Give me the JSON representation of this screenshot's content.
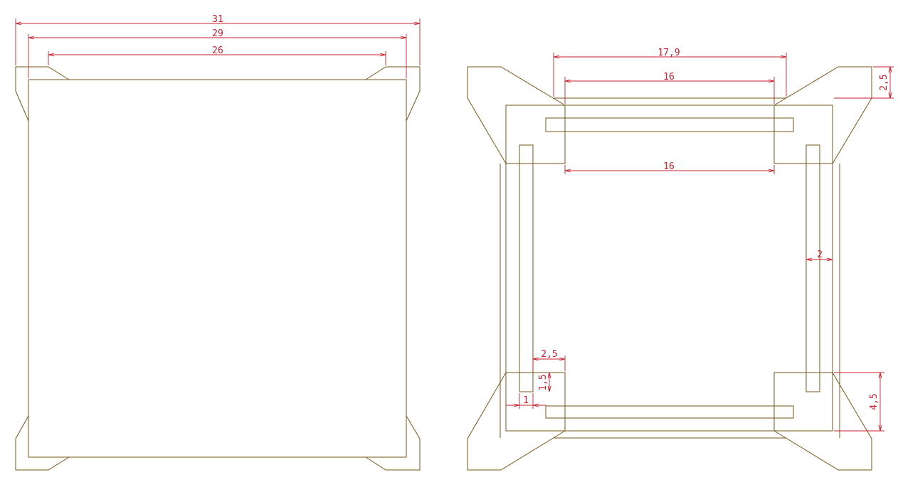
{
  "colors": {
    "geometry": "#7a5518",
    "dimension": "#c81e2c",
    "background": "#ffffff"
  },
  "front_view": {
    "dim_overall": "31",
    "dim_middle": "29",
    "dim_inner": "26"
  },
  "top_view": {
    "dim_outer_width": "17,9",
    "dim_upper_16": "16",
    "dim_lower_16": "16",
    "dim_corner_2_5": "2,5",
    "dim_post_2": "2",
    "dim_notch_2_5": "2,5",
    "dim_notch_1_5": "1,5",
    "dim_notch_1": "1",
    "dim_corner_4_5": "4,5"
  }
}
